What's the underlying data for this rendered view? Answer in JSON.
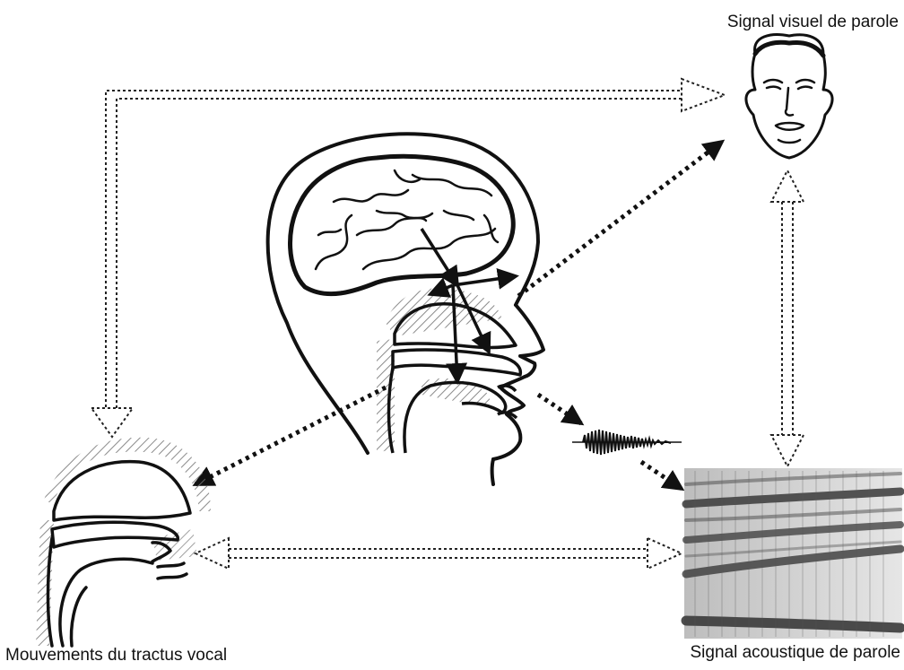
{
  "labels": {
    "visual_signal": "Signal visuel de parole",
    "vocal_tract": "Mouvements du tractus vocal",
    "acoustic_signal": "Signal acoustique de parole"
  },
  "colors": {
    "ink": "#111111",
    "hatch": "#777777",
    "spectrogram_bg": "#c9c9c9",
    "formant": "#333333"
  }
}
